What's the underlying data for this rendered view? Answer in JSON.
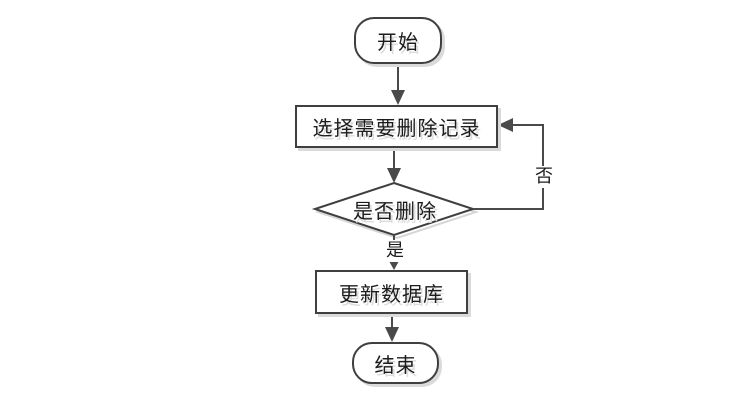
{
  "diagram": {
    "nodes": {
      "start": {
        "type": "terminator",
        "label": "开始"
      },
      "select": {
        "type": "process",
        "label": "选择需要删除记录"
      },
      "decision": {
        "type": "decision",
        "label": "是否删除"
      },
      "update": {
        "type": "process",
        "label": "更新数据库"
      },
      "end": {
        "type": "terminator",
        "label": "结束"
      }
    },
    "edges": {
      "start_to_select": {
        "label": ""
      },
      "select_to_decision": {
        "label": ""
      },
      "decision_no_loop": {
        "label": "否"
      },
      "decision_yes": {
        "label": "是"
      },
      "update_to_end": {
        "label": ""
      }
    },
    "colors": {
      "background": "#ffffff",
      "shape_stroke": "#3f3f3f",
      "line": "#4a4a4a",
      "shadow": "#dadada",
      "text": "#1c1c1c"
    }
  }
}
